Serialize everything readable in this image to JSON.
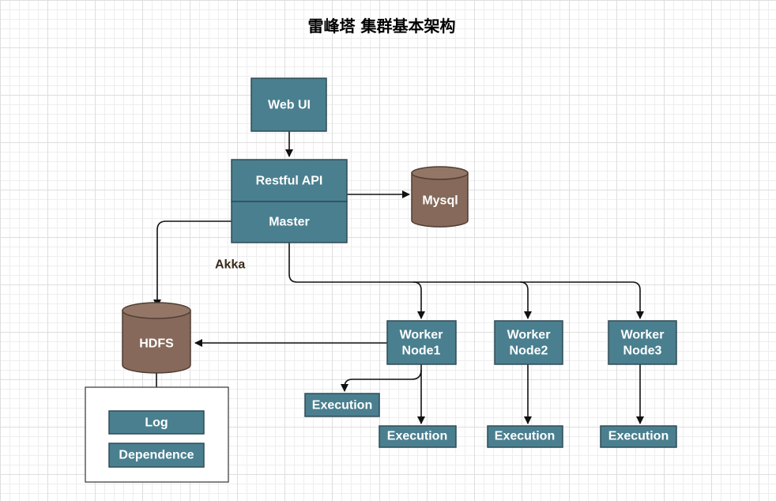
{
  "title": "雷峰塔 集群基本架构",
  "nodes": {
    "web_ui": "Web UI",
    "restful_api": "Restful API",
    "master": "Master",
    "mysql": "Mysql",
    "hdfs": "HDFS",
    "worker1": [
      "Worker",
      "Node1"
    ],
    "worker2": [
      "Worker",
      "Node2"
    ],
    "worker3": [
      "Worker",
      "Node3"
    ],
    "execution_1a": "Execution",
    "execution_1b": "Execution",
    "execution_2": "Execution",
    "execution_3": "Execution",
    "log": "Log",
    "dependence": "Dependence"
  },
  "edge_labels": {
    "akka": "Akka"
  },
  "colors": {
    "node_fill": "#4a7f8f",
    "node_stroke": "#2e4c56",
    "store_fill": "#86695a",
    "store_top": "#937665",
    "store_stroke": "#4f3d33",
    "line": "#111111",
    "node_text": "#ffffff",
    "label_text": "#3a2a18"
  }
}
